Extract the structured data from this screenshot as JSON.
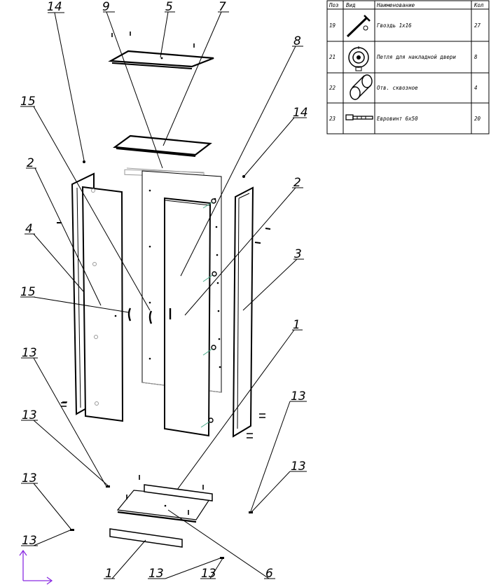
{
  "callouts": {
    "c14_left": "14",
    "c9": "9",
    "c5": "5",
    "c7": "7",
    "c8": "8",
    "c15_top": "15",
    "c14_right": "14",
    "c2_left": "2",
    "c2_right": "2",
    "c4": "4",
    "c3": "3",
    "c15_mid": "15",
    "c1_right": "1",
    "c13_a": "13",
    "c13_b": "13",
    "c13_c": "13",
    "c13_d": "13",
    "c13_e": "13",
    "c13_f": "13",
    "c13_g": "13",
    "c13_h": "13",
    "c1_bottom": "1",
    "c6": "6"
  },
  "parts_table": {
    "headers": [
      "Поз",
      "Вид",
      "Наименование",
      "Кол"
    ],
    "rows": [
      {
        "pos": "19",
        "name": "Гвоздь 1х16",
        "qty": "27",
        "icon": "nail-icon"
      },
      {
        "pos": "21",
        "name": "Петля для накладной двери",
        "qty": "8",
        "icon": "hinge-icon"
      },
      {
        "pos": "22",
        "name": "Отв. сквозное",
        "qty": "4",
        "icon": "through-hole-icon"
      },
      {
        "pos": "23",
        "name": "Евровинт 6х50",
        "qty": "20",
        "icon": "euroscrew-icon"
      }
    ]
  },
  "colors": {
    "line": "#000000",
    "hidden_line": "#9a9a9a",
    "axis": "#8a2be2"
  }
}
